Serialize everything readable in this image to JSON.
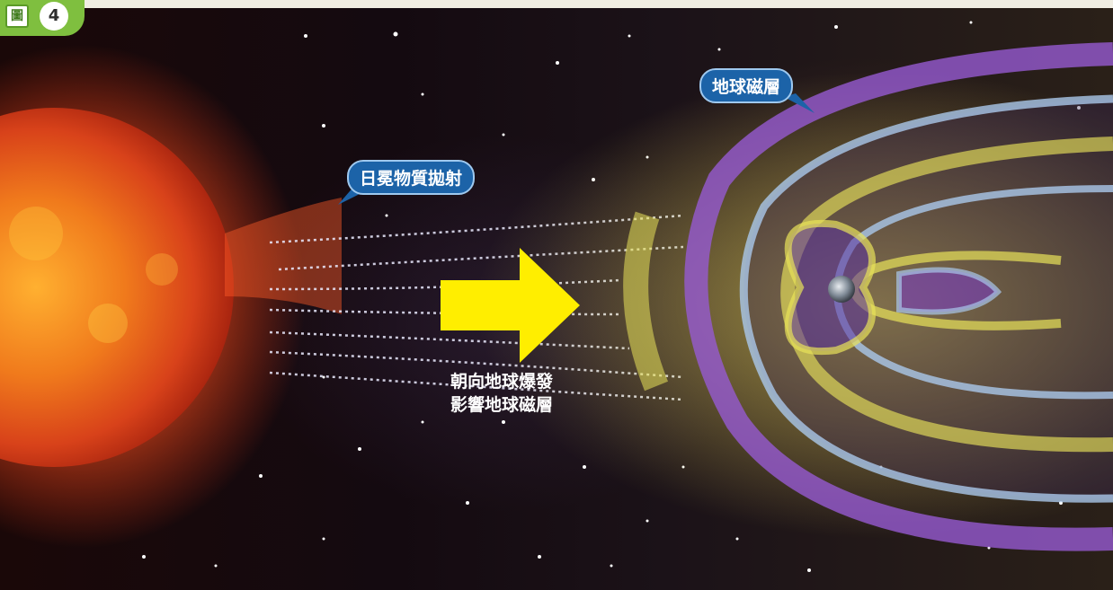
{
  "figure": {
    "label": "圖",
    "number": "4"
  },
  "labels": {
    "cme": "日冕物質拋射",
    "magnetosphere": "地球磁層",
    "caption_line1": "朝向地球爆發",
    "caption_line2": "影響地球磁層"
  },
  "colors": {
    "badge_green": "#7fbf3f",
    "callout_blue": "#1c63a8",
    "arrow_yellow": "#ffee00",
    "sun_orange": "#e8541a",
    "field_blue": "#9fc4e6",
    "field_yellow": "#e8e25a",
    "magnetosphere_purple": "#7a4ab0"
  },
  "icons": [
    "sun-icon",
    "earth-icon",
    "arrow-right-icon"
  ]
}
